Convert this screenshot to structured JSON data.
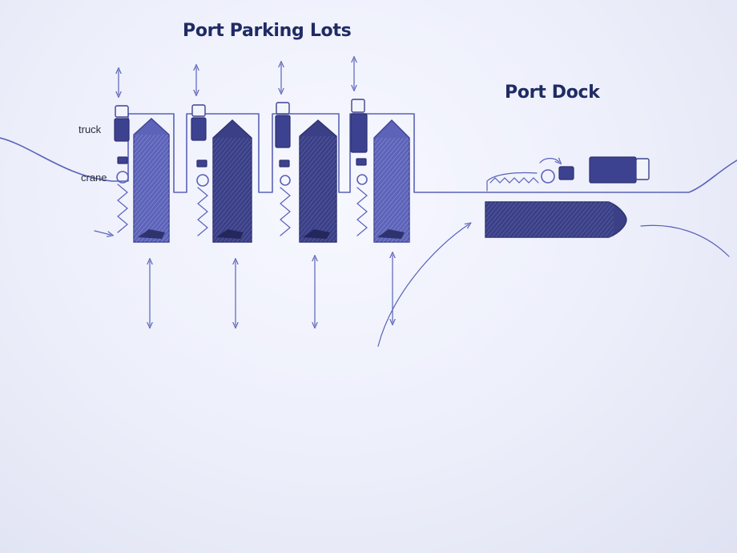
{
  "headings": {
    "parking_lots": "Port Parking Lots",
    "dock": "Port Dock"
  },
  "labels": {
    "truck": "truck",
    "crane": "crane"
  },
  "colors": {
    "paper": "#f2f4fc",
    "ink": "#5a62b8",
    "ink_dark": "#3a3f86",
    "heading": "#1f2b63"
  },
  "diagram": {
    "parking_berths": [
      {
        "id": 1,
        "ship": "docked-ship",
        "truck": "truck",
        "crane": "crane"
      },
      {
        "id": 2,
        "ship": "docked-ship",
        "truck": "truck",
        "crane": "crane"
      },
      {
        "id": 3,
        "ship": "docked-ship",
        "truck": "truck",
        "crane": "crane"
      },
      {
        "id": 4,
        "ship": "docked-ship",
        "truck": "truck",
        "crane": "crane"
      }
    ],
    "dock": {
      "ship": "moored-ship",
      "truck": "truck",
      "crane": "crane"
    }
  }
}
